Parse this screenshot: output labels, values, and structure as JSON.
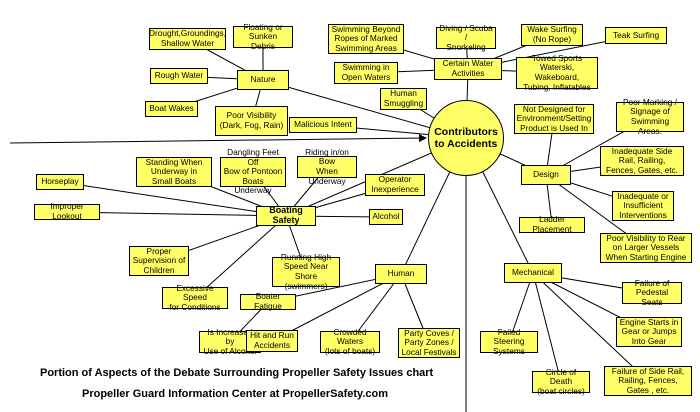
{
  "center": "Contributors\nto Accidents",
  "categories": {
    "nature": "Nature",
    "water": "Certain Water\nActivities",
    "boating": "Boating Safety",
    "human": "Human",
    "design": "Design",
    "mechanical": "Mechanical"
  },
  "nature": {
    "drought": "Drought,Groundings,\nShallow Water",
    "debris": "Floating or\nSunken Debris",
    "rough": "Rough Water",
    "wakes": "Boat Wakes",
    "visibility": "Poor Visibility\n(Dark, Fog, Rain)"
  },
  "water": {
    "swim_beyond": "Swimming Beyond\nRopes of Marked\nSwimming Areas",
    "diving": "Diving / Scuba /\nSnorkeling",
    "wake_surf": "Wake Surfing\n(No Rope)",
    "teak": "Teak Surfing",
    "swim_open": "Swimming in\nOpen Waters",
    "towed": "Towed Sports\nWaterski, Wakeboard,\nTubing, Inflatables",
    "smuggling": "Human\nSmuggling"
  },
  "malicious": "Malicious Intent",
  "boating": {
    "standing": "Standing When\nUnderway in\nSmall Boats",
    "dangling": "Dangling Feet Off\nBow of Pontoon\nBoats Underway",
    "riding_bow": "Riding in/on Bow\nWhen Underway",
    "horseplay": "Horseplay",
    "operator": "Operator\nInexperience",
    "lookout": "Improper Lookout",
    "alcohol": "Alcohol",
    "supervision": "Proper\nSupervision of\nChildren",
    "high_speed": "Running High\nSpeed Near\nShore (swimmers)",
    "excessive": "Excessive Speed\nfor Conditions"
  },
  "human": {
    "fatigue": "Boater Fatigue",
    "increased_alcohol": "Is Increased by\nUse of Alcohol",
    "hit_run": "Hit and Run\nAccidents",
    "crowded": "Crowded Waters\n(lots of boats)",
    "party": "Party Coves /\nParty Zones /\nLocal Festivals"
  },
  "design": {
    "not_designed": "Not Designed for\nEnvironment/Setting\nProduct is Used In",
    "marking": "Poor Marking /\nSignage of\nSwimming Areas.",
    "side_rail": "Inadequate Side\nRail, Railing,\nFences, Gates, etc.",
    "insufficient": "Inadequate or\nInsufficient\nInterventions",
    "ladder": "Ladder Placement",
    "rear_vis": "Poor Visibility to Rear\non Larger Vessels\nWhen Starting Engine"
  },
  "mechanical": {
    "pedestal": "Failure of\nPedestal Seats",
    "in_gear": "Engine Starts in\nGear or Jumps\nInto Gear",
    "steering": "Failed Steering\nSystems",
    "circle": "Circle of Death\n(boat circles)",
    "side_rail_fail": "Failure of Side Rail,\nRailing, Fences,\nGates , etc."
  },
  "footer": {
    "line1": "Portion of Aspects of the Debate Surrounding Propeller Safety Issues chart",
    "line2": "Propeller Guard Information Center at PropellerSafety.com"
  }
}
